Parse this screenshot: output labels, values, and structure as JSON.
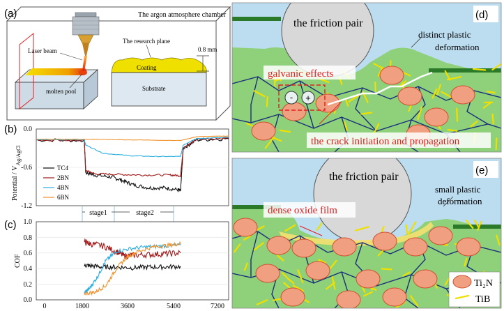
{
  "panel_a": {
    "label": "(a)",
    "chamber_title": "The argon atmosphere chamber",
    "laser_beam": "Laser beam",
    "molten_pool": "molten pool",
    "research_plane": "The research plane",
    "thickness": "0.8 mm",
    "coating": "Coating",
    "substrate": "Substrate",
    "colors": {
      "coating": "#f0e000",
      "pool": "#e85a1a",
      "chamber_line": "#444444"
    }
  },
  "panel_b": {
    "label": "(b)",
    "ylabel": "Potential / V",
    "ylabel_sub": "Ag/AgCl",
    "yticks": [
      "0.0",
      "-0.6",
      "-1.2"
    ],
    "legend": [
      "TC4",
      "2BN",
      "4BN",
      "6BN"
    ],
    "colors": {
      "TC4": "#111111",
      "2BN": "#a01818",
      "4BN": "#2aaee0",
      "6BN": "#f0902a"
    }
  },
  "stages": {
    "stage1": "stage1",
    "stage2": "stage2"
  },
  "panel_c": {
    "label": "(c)",
    "ylabel": "COF",
    "yticks": [
      "0.0",
      "0.2",
      "0.4",
      "0.6",
      "0.8",
      "1.0"
    ],
    "xticks": [
      "0",
      "1800",
      "3600",
      "5400",
      "7200"
    ]
  },
  "chart_data": [
    {
      "type": "line",
      "panel": "b",
      "ylabel": "Potential / V Ag/AgCl",
      "xlim": [
        0,
        7200
      ],
      "ylim": [
        -1.2,
        0.0
      ],
      "series": [
        {
          "name": "TC4",
          "x": [
            0,
            1800,
            1850,
            2200,
            2800,
            3200,
            3600,
            4200,
            4800,
            5300,
            5400,
            5500,
            6000,
            7200
          ],
          "y": [
            -0.17,
            -0.18,
            -0.68,
            -0.72,
            -0.75,
            -0.8,
            -0.87,
            -0.92,
            -0.92,
            -0.95,
            -0.97,
            -0.3,
            -0.17,
            -0.15
          ]
        },
        {
          "name": "2BN",
          "x": [
            0,
            1800,
            1850,
            2200,
            3000,
            4000,
            5000,
            5400,
            5500,
            6000,
            7200
          ],
          "y": [
            -0.17,
            -0.18,
            -0.65,
            -0.7,
            -0.71,
            -0.72,
            -0.72,
            -0.73,
            -0.3,
            -0.16,
            -0.14
          ]
        },
        {
          "name": "4BN",
          "x": [
            0,
            1800,
            1850,
            2500,
            3600,
            4500,
            5400,
            5500,
            6000,
            7200
          ],
          "y": [
            -0.17,
            -0.17,
            -0.25,
            -0.38,
            -0.42,
            -0.43,
            -0.43,
            -0.25,
            -0.15,
            -0.13
          ]
        },
        {
          "name": "6BN",
          "x": [
            0,
            1800,
            3600,
            5400,
            6000,
            7200
          ],
          "y": [
            -0.16,
            -0.16,
            -0.17,
            -0.18,
            -0.12,
            -0.11
          ]
        }
      ]
    },
    {
      "type": "line",
      "panel": "c",
      "ylabel": "COF",
      "xlim": [
        0,
        7200
      ],
      "ylim": [
        0.0,
        1.0
      ],
      "series": [
        {
          "name": "TC4",
          "x": [
            1800,
            2000,
            2500,
            3000,
            3600,
            4200,
            4800,
            5400
          ],
          "y": [
            0.44,
            0.44,
            0.42,
            0.42,
            0.41,
            0.42,
            0.42,
            0.43
          ]
        },
        {
          "name": "2BN",
          "x": [
            1800,
            2000,
            2500,
            3000,
            3300,
            3600,
            4200,
            4800,
            5400
          ],
          "y": [
            0.74,
            0.72,
            0.69,
            0.62,
            0.56,
            0.57,
            0.58,
            0.59,
            0.6
          ]
        },
        {
          "name": "4BN",
          "x": [
            1800,
            2000,
            2300,
            2600,
            3000,
            3600,
            4200,
            4800,
            5400
          ],
          "y": [
            0.09,
            0.15,
            0.3,
            0.5,
            0.62,
            0.66,
            0.68,
            0.69,
            0.7
          ]
        },
        {
          "name": "6BN",
          "x": [
            1800,
            2200,
            2600,
            3000,
            3400,
            3800,
            4400,
            5000,
            5400
          ],
          "y": [
            0.08,
            0.1,
            0.18,
            0.4,
            0.55,
            0.62,
            0.68,
            0.7,
            0.72
          ]
        }
      ]
    }
  ],
  "panel_d": {
    "label": "(d)",
    "friction_pair": "the friction pair",
    "plastic": "distinct plastic\ndeformation",
    "galvanic": "galvanic effects",
    "crack": "the crack initiation and propagation",
    "minus": "-",
    "plus": "+"
  },
  "panel_e": {
    "label": "(e)",
    "friction_pair": "the friction pair",
    "plastic": "small plastic\ndeformation",
    "oxide": "dense oxide film",
    "legend_ti2n": "Ti₂N",
    "legend_tib": "TiB"
  },
  "colors": {
    "sky": "#bcdcf0",
    "matrix": "#8fd07a",
    "grain": "#1a2f7a",
    "ti2n": "#f0a080",
    "tib": "#f0e000",
    "annot": "#e02020",
    "dark_green": "#2a7a2a"
  }
}
